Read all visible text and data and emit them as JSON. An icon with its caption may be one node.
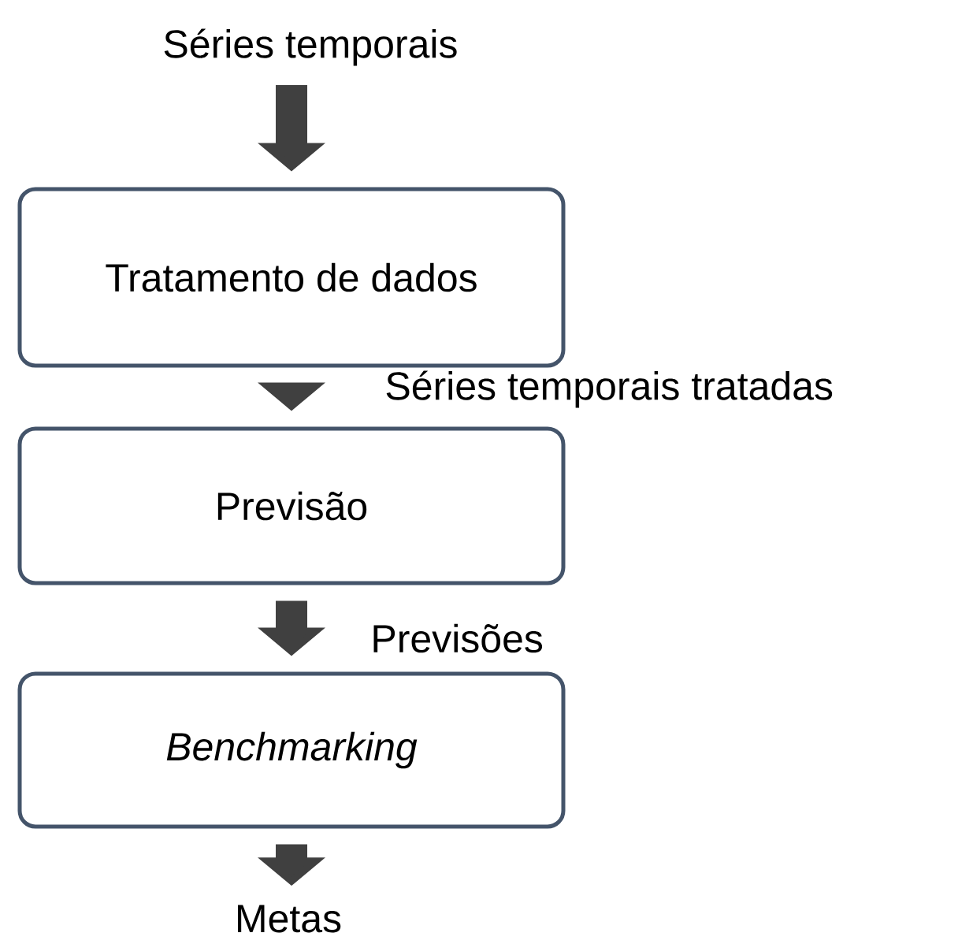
{
  "diagram": {
    "nodes": [
      {
        "text": [
          "Séries temporais"
        ]
      },
      {
        "text": [
          "Tratamento de dados"
        ]
      },
      {
        "text": [
          "Previsão"
        ]
      },
      {
        "text": [
          "Benchmarking"
        ]
      },
      {
        "text": [
          "Metas"
        ]
      }
    ],
    "edges": [
      {
        "from": 0,
        "to": 1,
        "arrow": "to"
      },
      {
        "from": 1,
        "to": 2,
        "arrow": "to",
        "label": "Séries temporais tratadas"
      },
      {
        "from": 2,
        "to": 3,
        "arrow": "to",
        "label": "Previsões"
      },
      {
        "from": 3,
        "to": 4,
        "arrow": "to"
      }
    ]
  }
}
